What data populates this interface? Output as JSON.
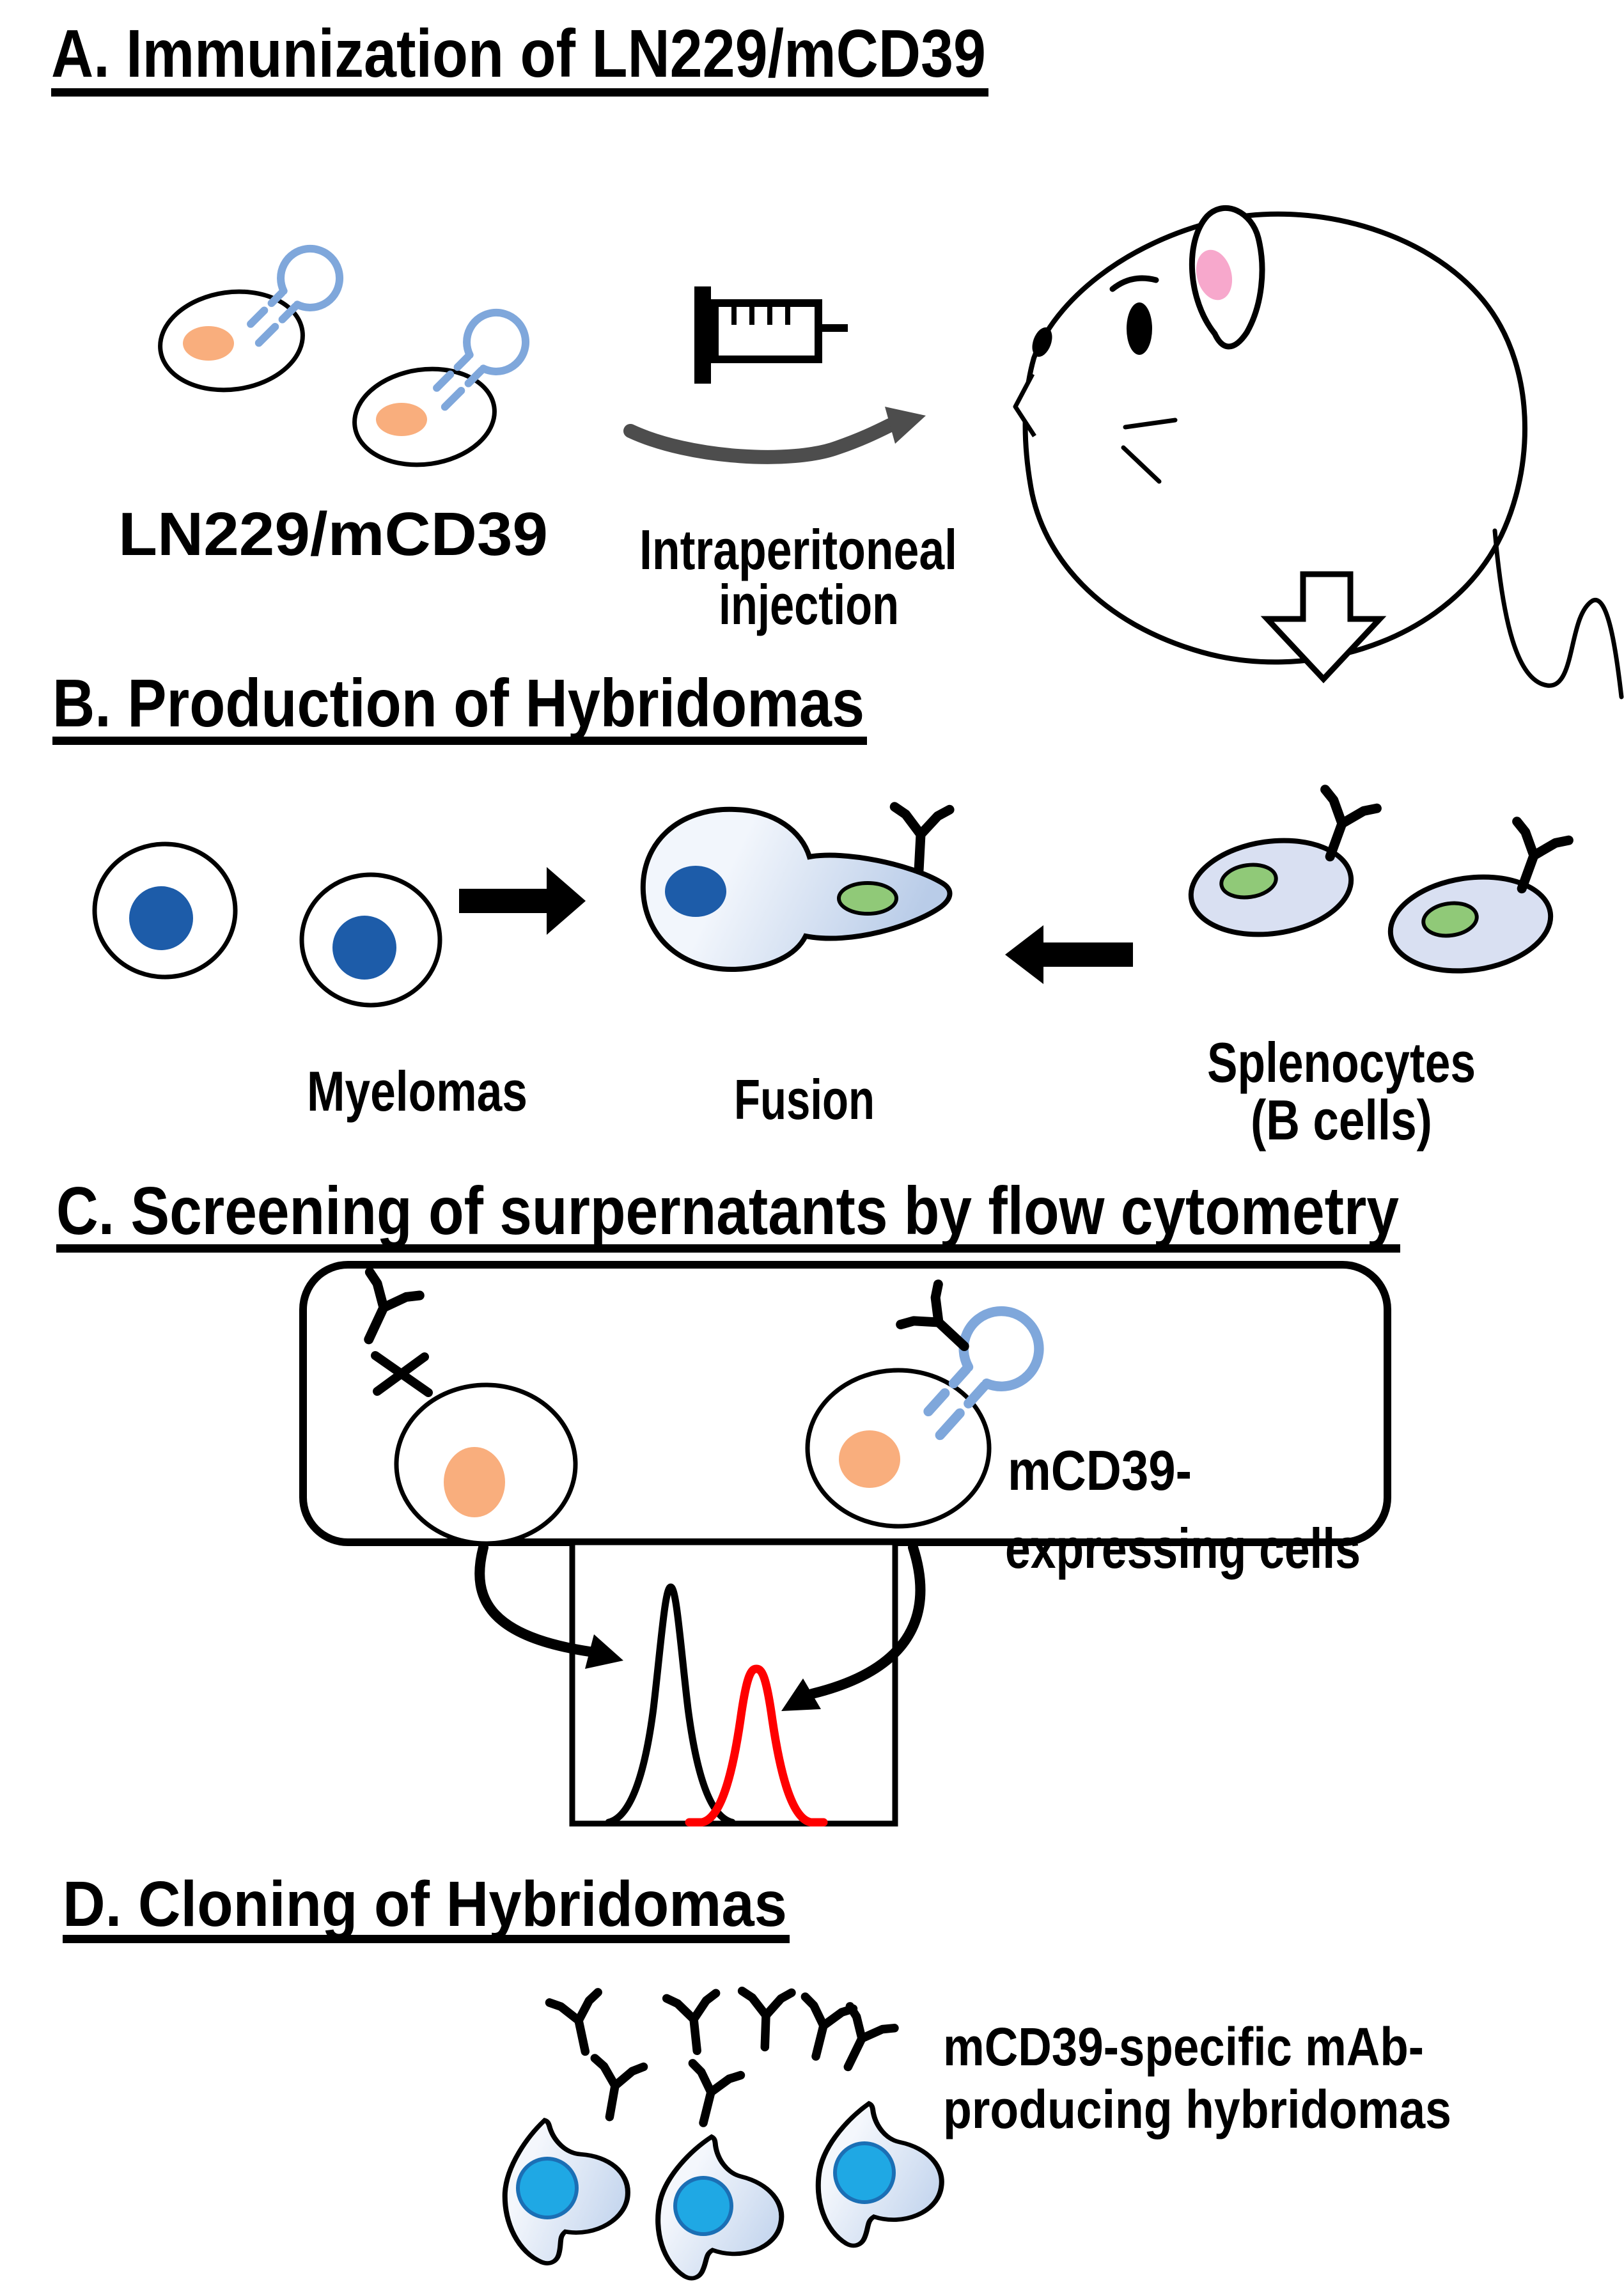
{
  "panels": {
    "a": {
      "title": "A. Immunization of LN229/mCD39",
      "cells_label": "LN229/mCD39",
      "injection_line1": "Intraperitoneal",
      "injection_line2": "injection"
    },
    "b": {
      "title": "B. Production of Hybridomas",
      "myelomas": "Myelomas",
      "fusion": "Fusion",
      "splenocytes_line1": "Splenocytes",
      "splenocytes_line2": "(B cells)"
    },
    "c": {
      "title": "C. Screening of surpernatants by flow cytometry",
      "cells_line1": "mCD39-",
      "cells_line2": "expressing cells"
    },
    "d": {
      "title": "D. Cloning of Hybridomas",
      "result_line1": "mCD39-specific mAb-",
      "result_line2": "producing hybridomas"
    }
  },
  "colors": {
    "outline_black": "#000000",
    "mcd39_blue": "#7FA7DB",
    "nucleus_orange": "#F9AE7D",
    "myeloma_nucleus_blue": "#1D5CA9",
    "nucleus_green": "#90C978",
    "splenocyte_fill": "#D9E0F2",
    "fused_gradient_light": "#F2F6FC",
    "fused_gradient_dark": "#B9CCE8",
    "hybridoma_gradient_light": "#F4F7FC",
    "hybridoma_gradient_dark": "#C5D6EE",
    "hybridoma_nucleus": "#1FA8E4",
    "hybridoma_nucleus_rim": "#1B6FB5",
    "ear_pink": "#F7A8CC",
    "injection_arrow_gray": "#4D4D4D",
    "flow_peak_red": "#FF0000"
  }
}
